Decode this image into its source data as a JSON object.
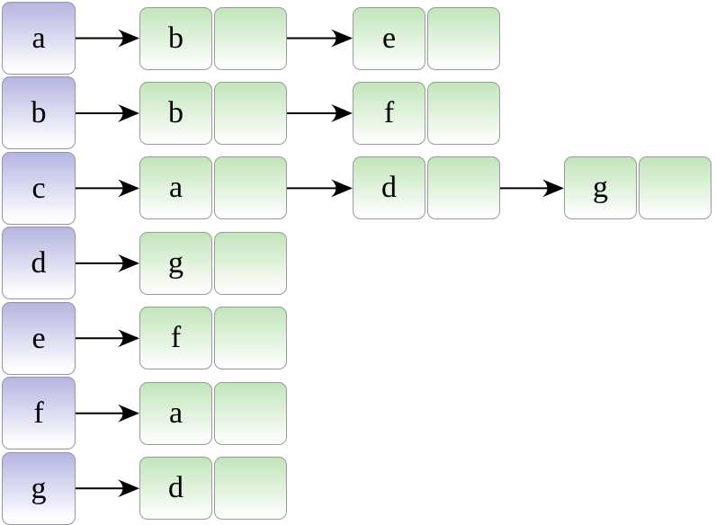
{
  "diagram": {
    "description": "Adjacency list: array of head boxes, each pointing to a linked list of value/pointer node pairs",
    "rows": [
      {
        "head": "a",
        "nodes": [
          "b",
          "e"
        ]
      },
      {
        "head": "b",
        "nodes": [
          "b",
          "f"
        ]
      },
      {
        "head": "c",
        "nodes": [
          "a",
          "d",
          "g"
        ]
      },
      {
        "head": "d",
        "nodes": [
          "g"
        ]
      },
      {
        "head": "e",
        "nodes": [
          "f"
        ]
      },
      {
        "head": "f",
        "nodes": [
          "a"
        ]
      },
      {
        "head": "g",
        "nodes": [
          "d"
        ]
      }
    ],
    "colors": {
      "background": "#ffffff",
      "head_gradient_top": "#b5b5e1",
      "head_gradient_bottom": "#fdfdff",
      "head_border": "#9494a6",
      "node_gradient_top": "#c1e5ba",
      "node_gradient_bottom": "#fbfdfa",
      "node_border": "#9a9a9a",
      "arrow": "#000000",
      "text": "#000000"
    }
  }
}
